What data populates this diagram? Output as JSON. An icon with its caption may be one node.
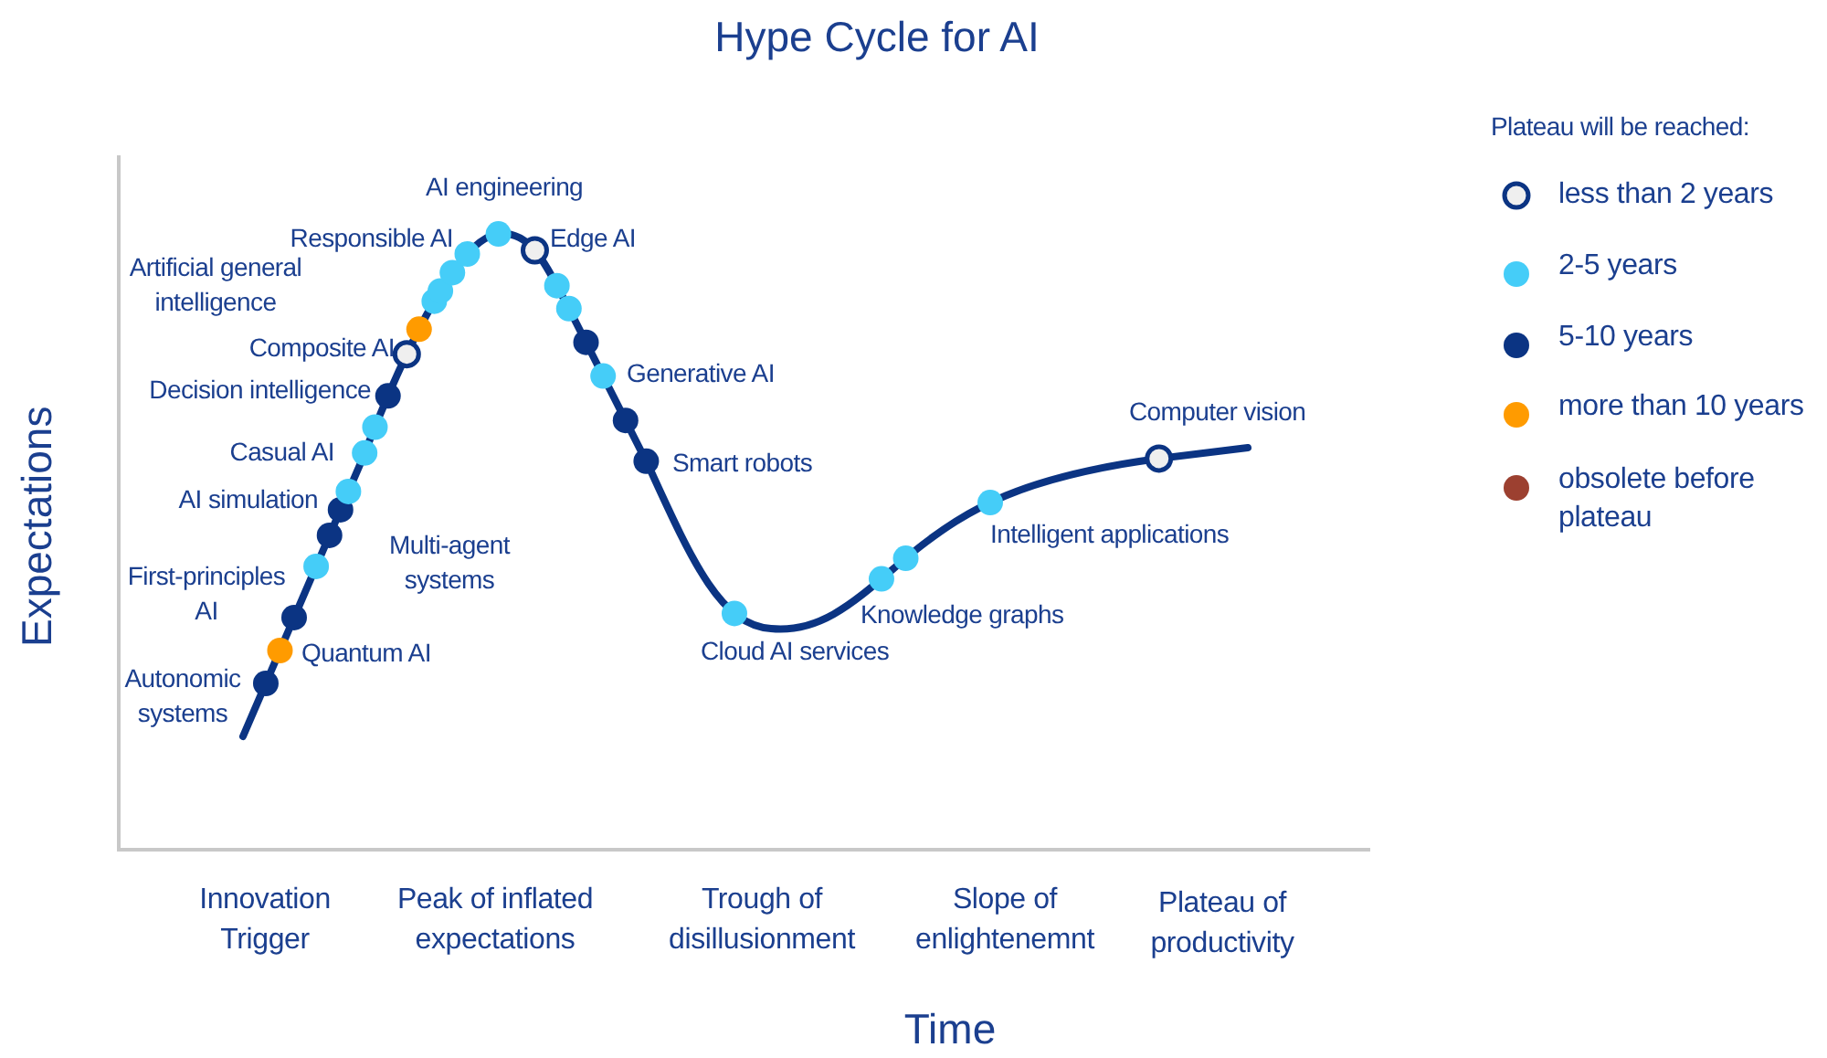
{
  "diagram": {
    "title": "Hype Cycle for AI",
    "labels": [
      "AI engineering",
      "Responsible AI",
      "Edge AI",
      "Artificial general intelligence",
      "Composite AI",
      "Decision intelligence",
      "Generative AI",
      "Casual AI",
      "Smart robots",
      "Computer vision",
      "AI simulation",
      "Multi-agent systems",
      "Intelligent applications",
      "First-principles AI",
      "Knowledge graphs",
      "Quantum AI",
      "Cloud AI services",
      "Autonomic systems",
      "Expectations",
      "Plateau will be reached:",
      "Innovation Trigger",
      "Peak of inflated expectations",
      "Trough of disillusionment",
      "Slope of enlightenemnt",
      "Plateau of productivity",
      "Time"
    ],
    "legend": [
      {
        "text": "less than 2 years"
      },
      {
        "text": "2-5 years",
        "color": "#45cdf8"
      },
      {
        "text": "5-10 years",
        "color": "#0b3483"
      },
      {
        "text": "more than 10 years",
        "color": "#ff9b00"
      },
      {
        "text": "obsolete before plateau",
        "color": "#9c4030"
      }
    ]
  }
}
